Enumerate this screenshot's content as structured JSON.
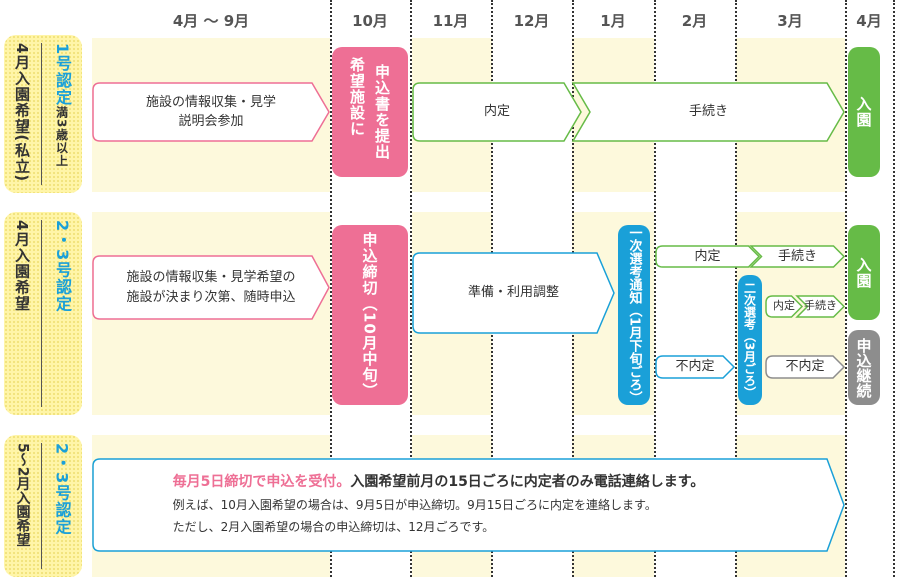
{
  "months": [
    "4月 〜 9月",
    "10月",
    "11月",
    "12月",
    "1月",
    "2月",
    "3月",
    "4月"
  ],
  "rows": [
    {
      "label_main": "4月入園希望(私立)",
      "label_cert": "1号認定",
      "label_sub": "満3歳以上",
      "info_arrow": [
        "施設の情報収集・見学",
        "説明会参加"
      ],
      "submit_box": [
        "申込書を提出",
        "希望施設に"
      ],
      "naitei": "内定",
      "tetsuzuki": "手続き",
      "nyuen": "入園"
    },
    {
      "label_main": "4月入園希望",
      "label_cert": "2・3号認定",
      "info_arrow": [
        "施設の情報収集・見学希望の",
        "施設が決まり次第、随時申込"
      ],
      "deadline_box": "申込締切（10月中旬）",
      "prep": "準備・利用調整",
      "first_notice": "一次選考通知（1月下旬ごろ）",
      "naitei": "内定",
      "tetsuzuki": "手続き",
      "second": "二次選考（3月ごろ）",
      "naitei2": "内定",
      "tetsuzuki2": "手続き",
      "funaitei": "不内定",
      "funaitei2": "不内定",
      "nyuen": "入園",
      "continue": "申込継続"
    },
    {
      "label_main": "5〜2月入園希望",
      "label_cert": "2・3号認定",
      "highlight": "毎月5日締切で申込を受付。",
      "line1": "入園希望前月の15日ごろに内定者のみ電話連絡します。",
      "line2": "例えば、10月入園希望の場合は、9月5日が申込締切。9月15日ごろに内定を連絡します。",
      "line3": "ただし、2月入園希望の場合の申込締切は、12月ごろです。"
    }
  ],
  "colors": {
    "pink": "#ee6f95",
    "blue": "#1aa0d8",
    "green": "#66bb47",
    "gray": "#8d8d8d",
    "band": "#fdf9dc"
  }
}
